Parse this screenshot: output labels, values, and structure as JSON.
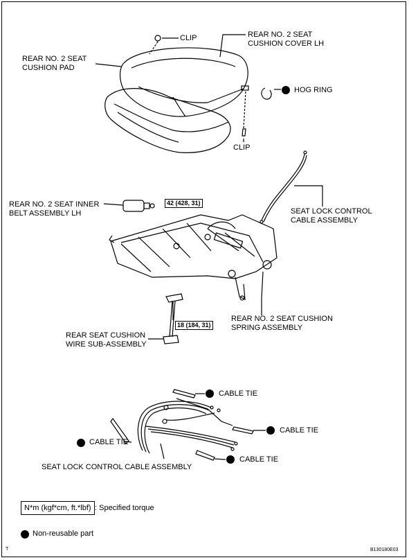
{
  "labels": {
    "clip_top": "CLIP",
    "cushion_cover_line1": "REAR NO. 2 SEAT",
    "cushion_cover_line2": "CUSHION COVER LH",
    "cushion_pad_line1": "REAR NO. 2 SEAT",
    "cushion_pad_line2": "CUSHION PAD",
    "hog_ring": "HOG RING",
    "clip_bottom": "CLIP",
    "inner_belt_line1": "REAR NO. 2 SEAT INNER",
    "inner_belt_line2": "BELT ASSEMBLY LH",
    "lock_cable_top_line1": "SEAT LOCK CONTROL",
    "lock_cable_top_line2": "CABLE ASSEMBLY",
    "spring_line1": "REAR NO. 2 SEAT CUSHION",
    "spring_line2": "SPRING ASSEMBLY",
    "wire_line1": "REAR SEAT CUSHION",
    "wire_line2": "WIRE SUB-ASSEMBLY",
    "cable_tie_1": "CABLE TIE",
    "cable_tie_2": "CABLE TIE",
    "cable_tie_3": "CABLE TIE",
    "cable_tie_4": "CABLE TIE",
    "lock_cable_bottom": "SEAT LOCK CONTROL CABLE ASSEMBLY"
  },
  "torques": {
    "belt": "42 (428, 31)",
    "wire": "18 (184, 31)"
  },
  "legend": {
    "torque_box": "N*m (kgf*cm, ft.*lbf)",
    "torque_text": ": Specified torque",
    "nonreusable_text": "Non-reusable part"
  },
  "footer": {
    "corner_mark": "T",
    "figure_code": "B130180E03"
  }
}
